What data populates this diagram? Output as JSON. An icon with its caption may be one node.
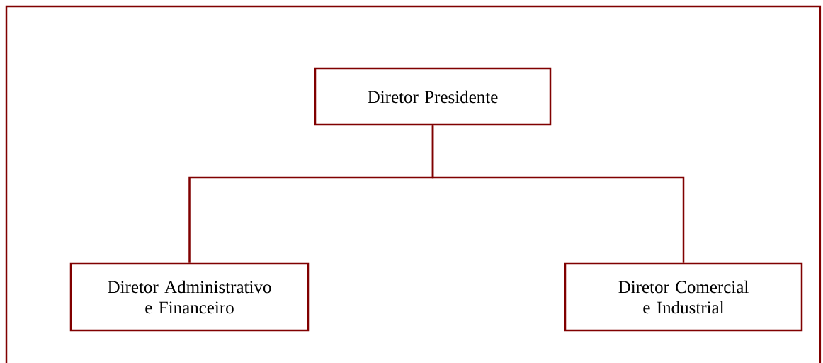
{
  "diagram": {
    "nodes": [
      {
        "text": [
          "Diretor Presidente"
        ]
      },
      {
        "text": [
          "Diretor Administrativo e Financeiro"
        ]
      },
      {
        "text": [
          "Diretor Comercial e Industrial"
        ]
      }
    ],
    "edges": [
      {
        "from": 0,
        "to": 1,
        "arrow": "none"
      },
      {
        "from": 0,
        "to": 2,
        "arrow": "none"
      }
    ]
  }
}
